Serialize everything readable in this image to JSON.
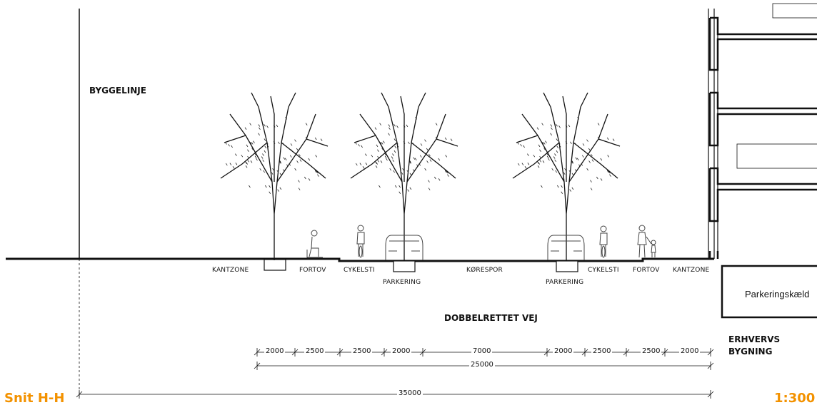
{
  "labels": {
    "byggelinje": "BYGGELINJE",
    "kantzone_left": "KANTZONE",
    "fortov_left": "FORTOV",
    "cykelsti_left": "CYKELSTI",
    "parkering_left": "PARKERING",
    "korespor": "KØRESPOR",
    "parkering_right": "PARKERING",
    "cykelsti_right": "CYKELSTI",
    "fortov_right": "FORTOV",
    "kantzone_right": "KANTZONE",
    "dobbelrettet_vej": "DOBBELRETTET VEJ",
    "erhvervs_line1": "ERHVERVS",
    "erhvervs_line2": "BYGNING",
    "parkeringskaelder": "Parkeringskæld"
  },
  "dimensions": {
    "segments": [
      "2000",
      "2500",
      "2500",
      "2000",
      "7000",
      "2000",
      "2500",
      "2500",
      "2000"
    ],
    "road_total": "25000",
    "overall": "35000"
  },
  "title": {
    "section": "Snit H-H",
    "scale": "1:300"
  },
  "colors": {
    "accent": "#f39200",
    "line": "#111111"
  }
}
